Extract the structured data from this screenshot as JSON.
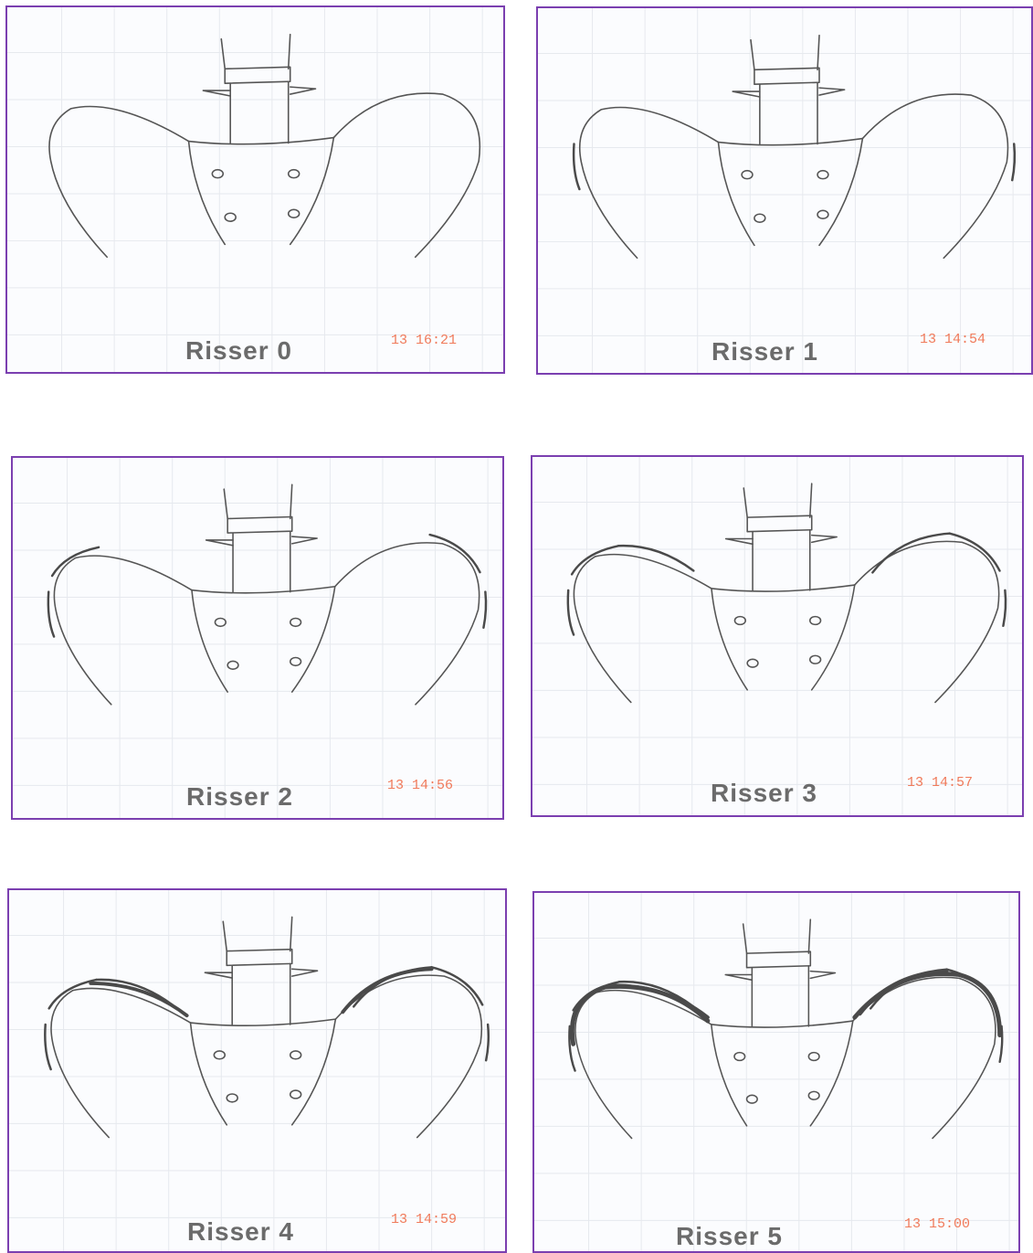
{
  "panels": [
    {
      "label": "Risser 0",
      "stamp": "13  16:21",
      "stage": 0
    },
    {
      "label": "Risser 1",
      "stamp": "13  14:54",
      "stage": 1
    },
    {
      "label": "Risser 2",
      "stamp": "13  14:56",
      "stage": 2
    },
    {
      "label": "Risser 3",
      "stamp": "13  14:57",
      "stage": 3
    },
    {
      "label": "Risser 4",
      "stamp": "13  14:59",
      "stage": 4
    },
    {
      "label": "Risser 5",
      "stamp": "13  15:00",
      "stage": 5
    }
  ],
  "colors": {
    "border": "#7b3fb0",
    "line": "#555555",
    "label": "#6b6b6b",
    "stamp": "#f07a5a",
    "grid": "#e6e9ee"
  },
  "icon": "pelvis-sketch"
}
